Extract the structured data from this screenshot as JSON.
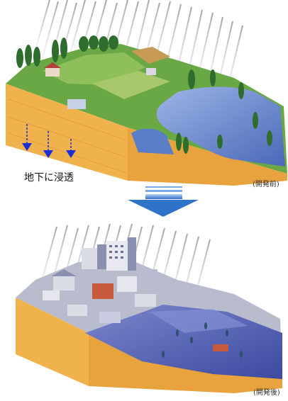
{
  "labels": {
    "infiltration": "地下に浸透",
    "caption_before": "(開発前)",
    "caption_after": "(開発後)"
  },
  "colors": {
    "ground": "#f0b24d",
    "ground_dark": "#d8902c",
    "grass": "#5a9a3c",
    "grass_light": "#8fbf5a",
    "forest": "#2f6d2f",
    "water": "#5b7ec8",
    "water_light": "#9db5e6",
    "rain": "#c8c8d0",
    "arrow_blue": "#1a2fd6",
    "big_arrow": "#3b82d0",
    "city_water": "#5b66b8",
    "building": "#dadce6",
    "building_dark": "#8b8fb0"
  },
  "icons": {
    "down_arrows": "infiltration-arrow-icon",
    "transition": "transition-arrow-icon"
  }
}
